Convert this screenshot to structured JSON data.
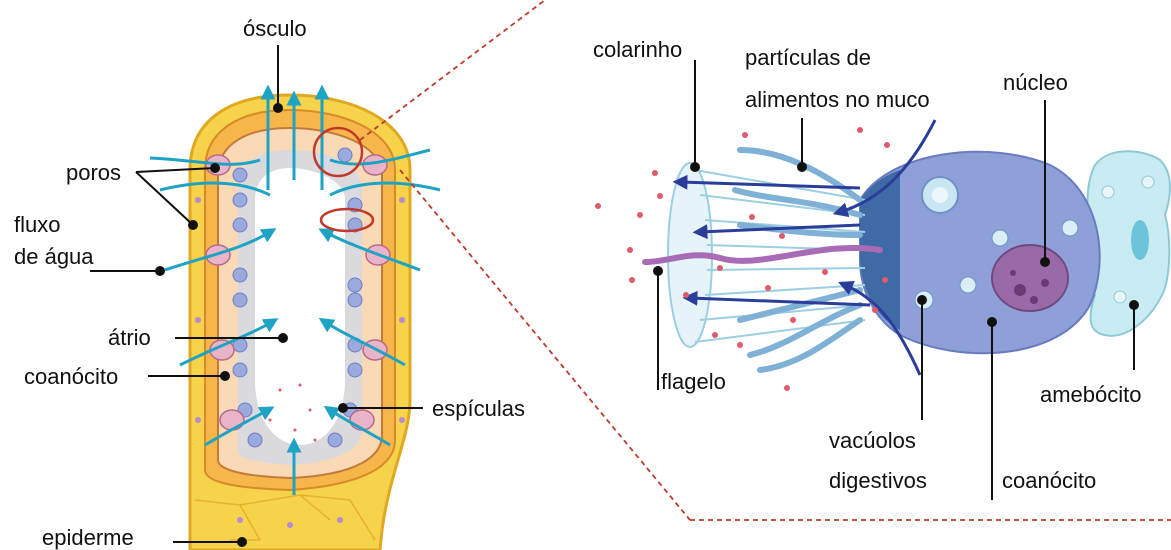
{
  "labels": {
    "osculo": "ósculo",
    "poros": "poros",
    "fluxo_line1": "fluxo",
    "fluxo_line2": "de água",
    "atrio": "átrio",
    "coanocito_left": "coanócito",
    "espiculas": "espículas",
    "epiderme": "epiderme",
    "colarinho": "colarinho",
    "particulas_line1": "partículas de",
    "particulas_line2": "alimentos no muco",
    "nucleo": "núcleo",
    "flagelo": "flagelo",
    "vacuolos_line1": "vacúolos",
    "vacuolos_line2": "digestivos",
    "coanocito_right": "coanócito",
    "amebocito": "amebócito"
  },
  "colors": {
    "water_flow": "#1fa3c4",
    "mesohyl": "#f7b64a",
    "epidermis": "#f6d34a",
    "atrium": "#ffffff",
    "choanocyte_body": "#8f9fd8",
    "nucleus": "#9a6aa8",
    "amoebocyte": "#c9ecf3",
    "zoom_outline": "#c0392b",
    "arrow_dark_blue": "#2b3d9a",
    "flagellum": "#a86bb5"
  }
}
